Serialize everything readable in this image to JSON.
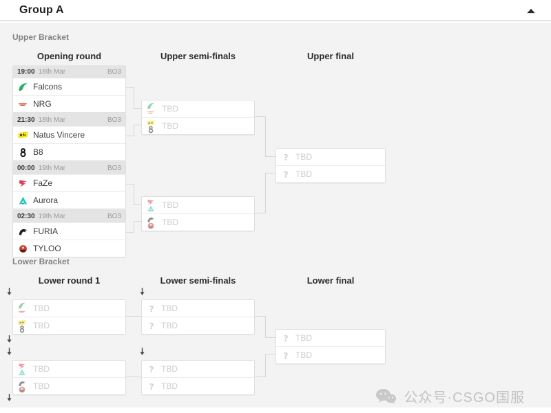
{
  "header": {
    "title": "Group A",
    "collapse_icon": "chevron-up-icon"
  },
  "upper": {
    "section_label": "Upper Bracket",
    "columns": [
      "Opening round",
      "Upper semi-finals",
      "Upper final"
    ],
    "opening_matches": [
      {
        "time": "19:00",
        "date": "18th Mar",
        "format": "BO3",
        "teams": [
          {
            "name": "Falcons",
            "icons": [
              "falcons-logo"
            ]
          },
          {
            "name": "NRG",
            "icons": [
              "nrg-logo"
            ]
          }
        ]
      },
      {
        "time": "21:30",
        "date": "18th Mar",
        "format": "BO3",
        "teams": [
          {
            "name": "Natus Vincere",
            "icons": [
              "navi-logo"
            ]
          },
          {
            "name": "B8",
            "icons": [
              "b8-logo"
            ]
          }
        ]
      },
      {
        "time": "00:00",
        "date": "19th Mar",
        "format": "BO3",
        "teams": [
          {
            "name": "FaZe",
            "icons": [
              "faze-logo"
            ]
          },
          {
            "name": "Aurora",
            "icons": [
              "aurora-logo"
            ]
          }
        ]
      },
      {
        "time": "02:30",
        "date": "19th Mar",
        "format": "BO3",
        "teams": [
          {
            "name": "FURIA",
            "icons": [
              "furia-logo"
            ]
          },
          {
            "name": "TYLOO",
            "icons": [
              "tyloo-logo"
            ]
          }
        ]
      }
    ],
    "semi_matches": [
      {
        "teams": [
          {
            "name": "TBD",
            "icons": [
              "falcons-logo",
              "nrg-logo"
            ]
          },
          {
            "name": "TBD",
            "icons": [
              "navi-logo",
              "b8-logo"
            ]
          }
        ]
      },
      {
        "teams": [
          {
            "name": "TBD",
            "icons": [
              "faze-logo",
              "aurora-logo"
            ]
          },
          {
            "name": "TBD",
            "icons": [
              "furia-logo",
              "tyloo-logo"
            ]
          }
        ]
      }
    ],
    "final_match": {
      "teams": [
        {
          "name": "TBD",
          "icons": [
            "question-icon"
          ]
        },
        {
          "name": "TBD",
          "icons": [
            "question-icon"
          ]
        }
      ]
    }
  },
  "lower": {
    "section_label": "Lower Bracket",
    "columns": [
      "Lower round 1",
      "Lower semi-finals",
      "Lower final"
    ],
    "drop_arrow_icon": "arrow-down-icon",
    "round1_matches": [
      {
        "teams": [
          {
            "name": "TBD",
            "icons": [
              "falcons-logo",
              "nrg-logo"
            ]
          },
          {
            "name": "TBD",
            "icons": [
              "navi-logo",
              "b8-logo"
            ]
          }
        ]
      },
      {
        "teams": [
          {
            "name": "TBD",
            "icons": [
              "faze-logo",
              "aurora-logo"
            ]
          },
          {
            "name": "TBD",
            "icons": [
              "furia-logo",
              "tyloo-logo"
            ]
          }
        ]
      }
    ],
    "semi_matches": [
      {
        "teams": [
          {
            "name": "TBD",
            "icons": [
              "question-icon"
            ]
          },
          {
            "name": "TBD",
            "icons": [
              "question-icon"
            ]
          }
        ]
      },
      {
        "teams": [
          {
            "name": "TBD",
            "icons": [
              "question-icon"
            ]
          },
          {
            "name": "TBD",
            "icons": [
              "question-icon"
            ]
          }
        ]
      }
    ],
    "final_match": {
      "teams": [
        {
          "name": "TBD",
          "icons": [
            "question-icon"
          ]
        },
        {
          "name": "TBD",
          "icons": [
            "question-icon"
          ]
        }
      ]
    }
  },
  "watermark": {
    "icon": "wechat-icon",
    "text": "公众号·CSGO国服"
  },
  "colors": {
    "falcons": "#2eaf66",
    "nrg": "#e2574c",
    "navi": "#ffee00",
    "b8": "#16161a",
    "faze": "#e23b4e",
    "aurora": "#20c5b5",
    "furia": "#1d1d1b",
    "tyloo": "#c44536",
    "tbd_text": "#cdcdcd",
    "connector": "#d6d6d6",
    "header_row_bg": "#e4e4e4",
    "panel_bg": "#f3f3f3"
  }
}
